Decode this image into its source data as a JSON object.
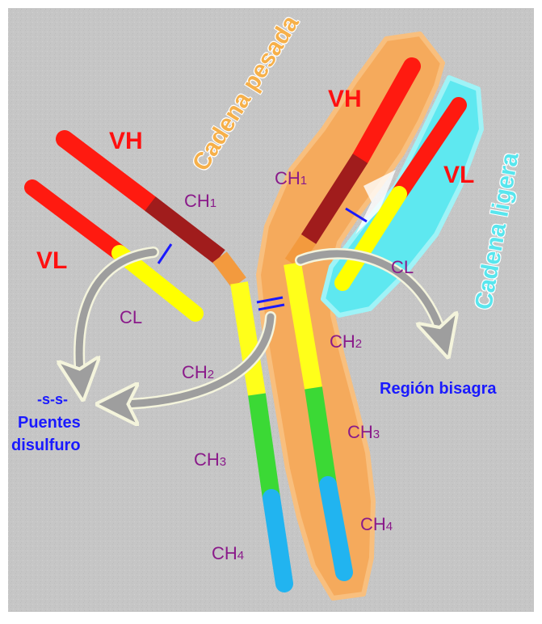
{
  "labels": {
    "heavy_chain": "Cadena pesada",
    "light_chain": "Cadena ligera",
    "vh": "VH",
    "vl": "VL",
    "ch": "CH",
    "cl": "CL",
    "sub1": "1",
    "sub2": "2",
    "sub3": "3",
    "sub4": "4",
    "hinge_region": "Región bisagra",
    "ss": "-s-s-",
    "bridges_line1": "Puentes",
    "bridges_line2": "disulfuro"
  },
  "colors": {
    "background": "#c6c6c6",
    "variable_domain": "#ff1a10",
    "ch1_domain": "#a01c1c",
    "hinge": "#f39a3e",
    "constant_light": "#ffff00",
    "ch2_domain": "#ffff1a",
    "ch3_domain": "#3bd935",
    "ch4_domain": "#21b4f0",
    "heavy_chain_halo": "#f5aa5c",
    "light_chain_halo": "#5ee8f0",
    "label_red": "#ff1010",
    "label_purple": "#8a1a8a",
    "label_blue": "#1a1aff"
  }
}
